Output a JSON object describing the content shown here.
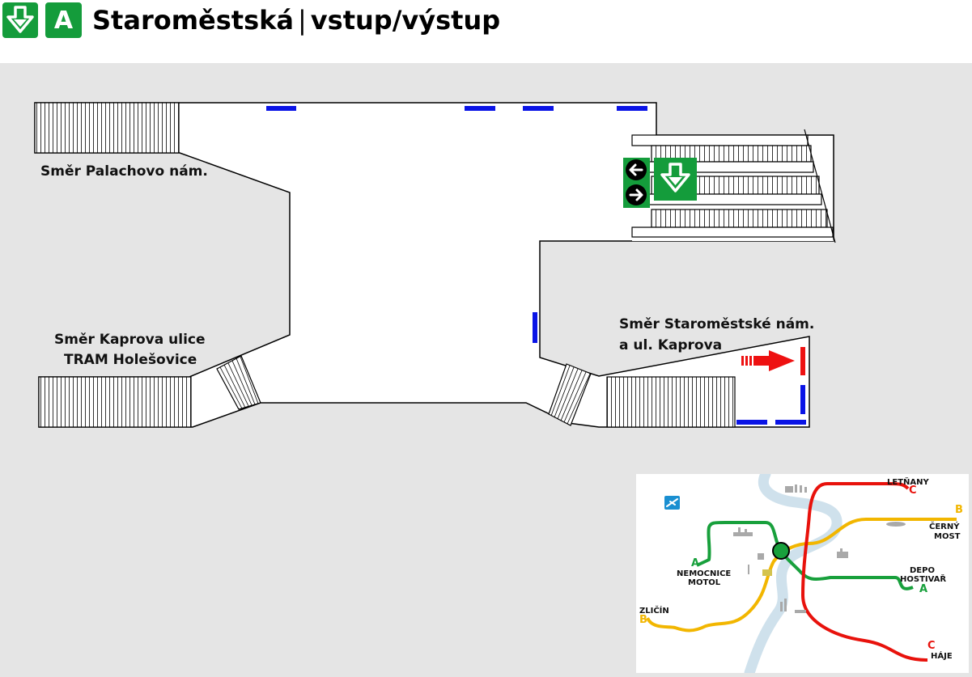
{
  "header": {
    "metro_icon": "metro-logo-icon",
    "line": "A",
    "station": "Staroměstská",
    "separator": "|",
    "subtitle": "vstup/výstup"
  },
  "colors": {
    "metro_green": "#149c3b",
    "line_a": "#18a03c",
    "line_b": "#f2b600",
    "line_c": "#e8120c",
    "accent_blue": "#0a14e6",
    "exit_red": "#ee1111",
    "river": "#cfe1ec",
    "background": "#e5e5e5"
  },
  "plan": {
    "labels": {
      "palachovo": "Směr Palachovo nám.",
      "kaprova_1": "Směr Kaprova ulice",
      "kaprova_2": "TRAM Holešovice",
      "staromestske_1": "Směr Staroměstské nám.",
      "staromestske_2": "a ul. Kaprova"
    },
    "icons": [
      "arrow-left-icon",
      "arrow-right-icon",
      "metro-logo-icon",
      "exit-arrow-icon"
    ]
  },
  "minimap": {
    "icons": [
      "airport-icon",
      "station-marker-icon",
      "landmark-icon"
    ],
    "terminals": {
      "letnany": "LETŇANY",
      "cerny_most_1": "ČERNÝ",
      "cerny_most_2": "MOST",
      "depo_1": "DEPO",
      "depo_2": "HOSTIVAŘ",
      "motol_1": "NEMOCNICE",
      "motol_2": "MOTOL",
      "zlicin": "ZLIČÍN",
      "haje": "HÁJE"
    },
    "line_letters": {
      "a_west": "A",
      "a_east": "A",
      "b_west": "B",
      "b_east": "B",
      "c_north": "C",
      "c_south": "C"
    }
  }
}
